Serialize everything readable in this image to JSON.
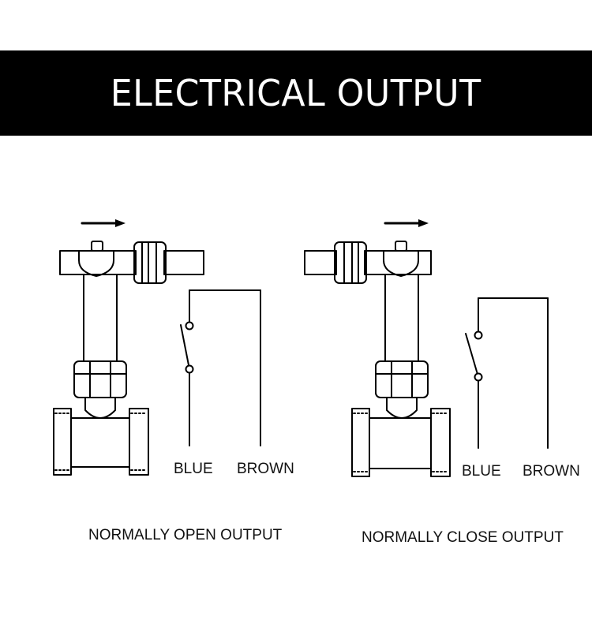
{
  "header": {
    "title": "ELECTRICAL OUTPUT"
  },
  "left_diagram": {
    "wire_labels": [
      "BLUE",
      "BROWN"
    ],
    "caption": "NORMALLY OPEN OUTPUT"
  },
  "right_diagram": {
    "wire_labels": [
      "BLUE",
      "BROWN"
    ],
    "caption": "NORMALLY CLOSE OUTPUT"
  }
}
